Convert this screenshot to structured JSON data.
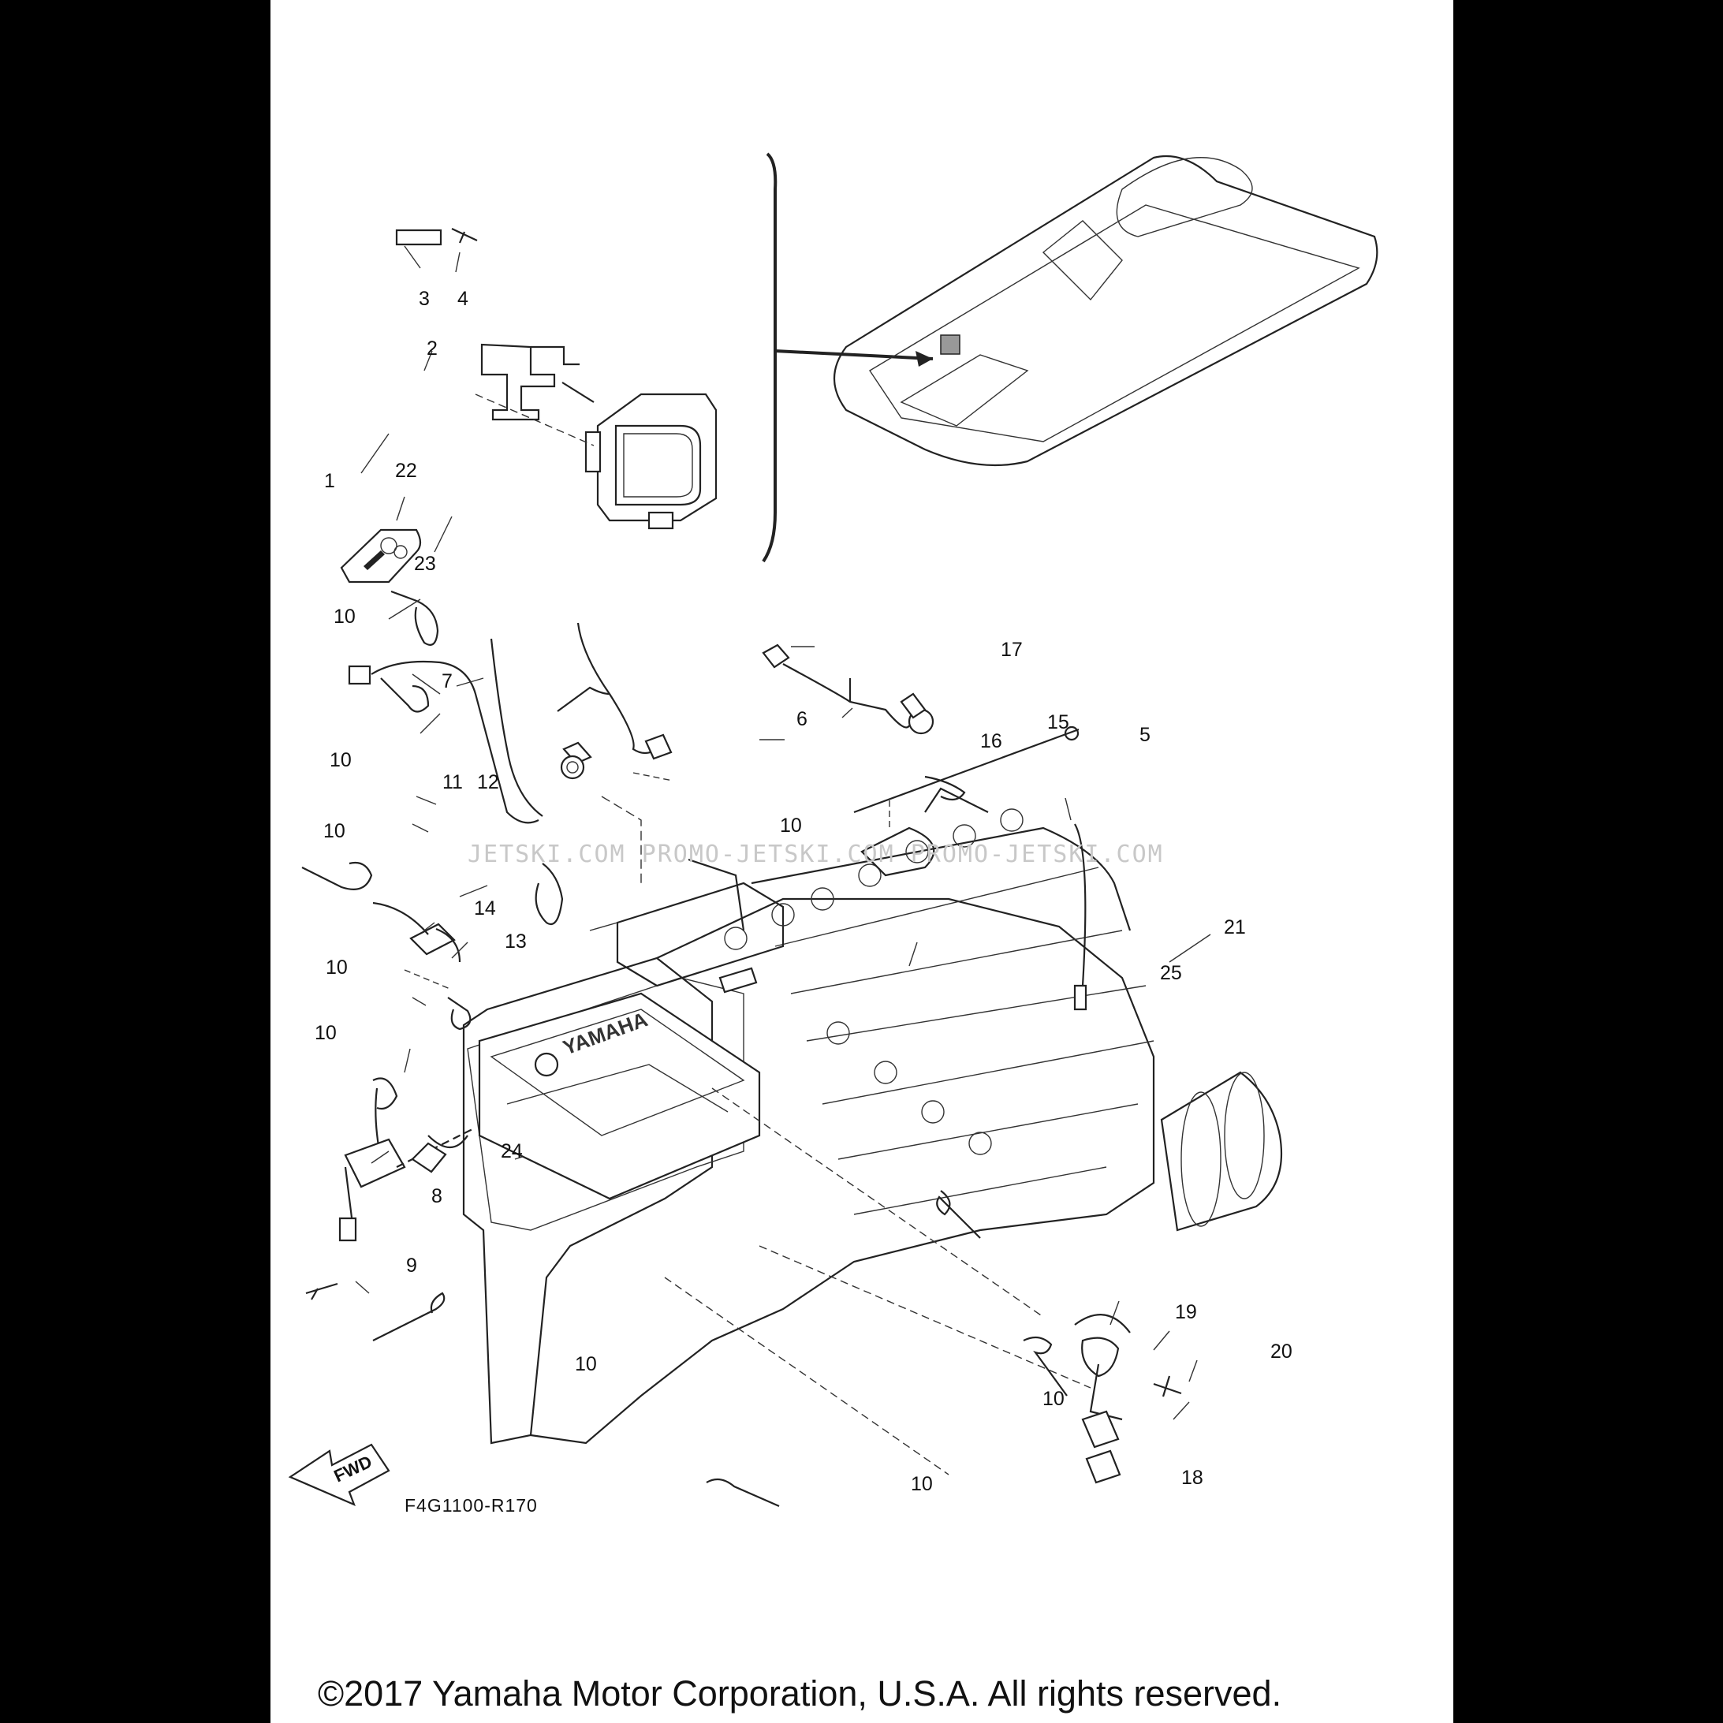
{
  "diagram": {
    "drawing_code": "F4G1100-R170",
    "fwd_label": "FWD",
    "watermark": "JETSKI.COM   PROMO-JETSKI.COM   PROMO-JETSKI.COM",
    "copyright": "©2017 Yamaha Motor Corporation, U.S.A. All rights reserved.",
    "callouts": [
      "3",
      "4",
      "2",
      "1",
      "22",
      "23",
      "10",
      "7",
      "17",
      "15",
      "6",
      "16",
      "5",
      "10",
      "11",
      "12",
      "10",
      "10",
      "14",
      "21",
      "13",
      "25",
      "10",
      "10",
      "24",
      "8",
      "9",
      "19",
      "20",
      "10",
      "10",
      "18",
      "10"
    ],
    "brand_mark": "YAMAHA"
  }
}
